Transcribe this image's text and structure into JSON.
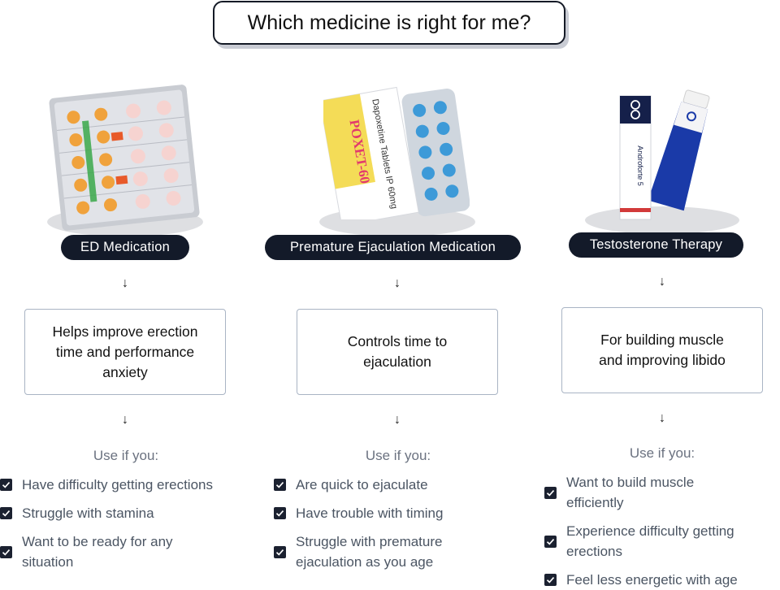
{
  "header": {
    "title": "Which medicine is right for me?"
  },
  "columns": [
    {
      "label": "ED Medication",
      "description": "Helps improve erection time and performance anxiety",
      "use_if": "Use if you:",
      "checks": [
        "Have difficulty getting erections",
        "Struggle with stamina",
        "Want to be ready for any situation"
      ]
    },
    {
      "label": "Premature Ejaculation Medication",
      "description": "Controls time to ejaculation",
      "use_if": "Use if you:",
      "checks": [
        "Are quick to ejaculate",
        "Have trouble with timing",
        "Struggle with premature ejaculation as you age"
      ]
    },
    {
      "label": "Testosterone Therapy",
      "description": "For building muscle and improving libido",
      "use_if": "Use if you:",
      "checks": [
        "Want to build muscle efficiently",
        "Experience difficulty getting erections",
        "Feel less energetic with age"
      ]
    }
  ],
  "arrow_glyph": "↓",
  "product_text": {
    "blister_brand": "POXET-60",
    "blister_sub": "Dapoxetine Tablets IP 60mg",
    "tube_brand": "Androforte 5"
  },
  "colors": {
    "pill_bg": "#131a29",
    "checkbox": "#1b2130",
    "box_border": "#a9b4c4"
  }
}
